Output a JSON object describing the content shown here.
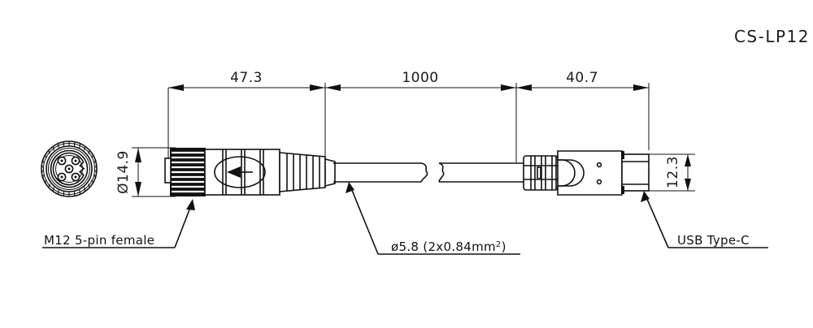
{
  "drawing": {
    "title": "CS-LP12",
    "part_type": "cable-assembly-technical-drawing",
    "dimensions": {
      "connector_length": "47.3",
      "cable_length": "1000",
      "usb_length": "40.7",
      "connector_diameter": "Ø14.9",
      "usb_height": "12.3"
    },
    "callouts": {
      "left_connector": "M12 5-pin female",
      "cable": "ø5.8 (2x0.84mm",
      "cable_superscript": "2",
      "cable_close": ")",
      "right_connector": "USB Type-C"
    },
    "colors": {
      "line": "#111111",
      "background": "#ffffff",
      "text": "#1b1b1b"
    }
  }
}
